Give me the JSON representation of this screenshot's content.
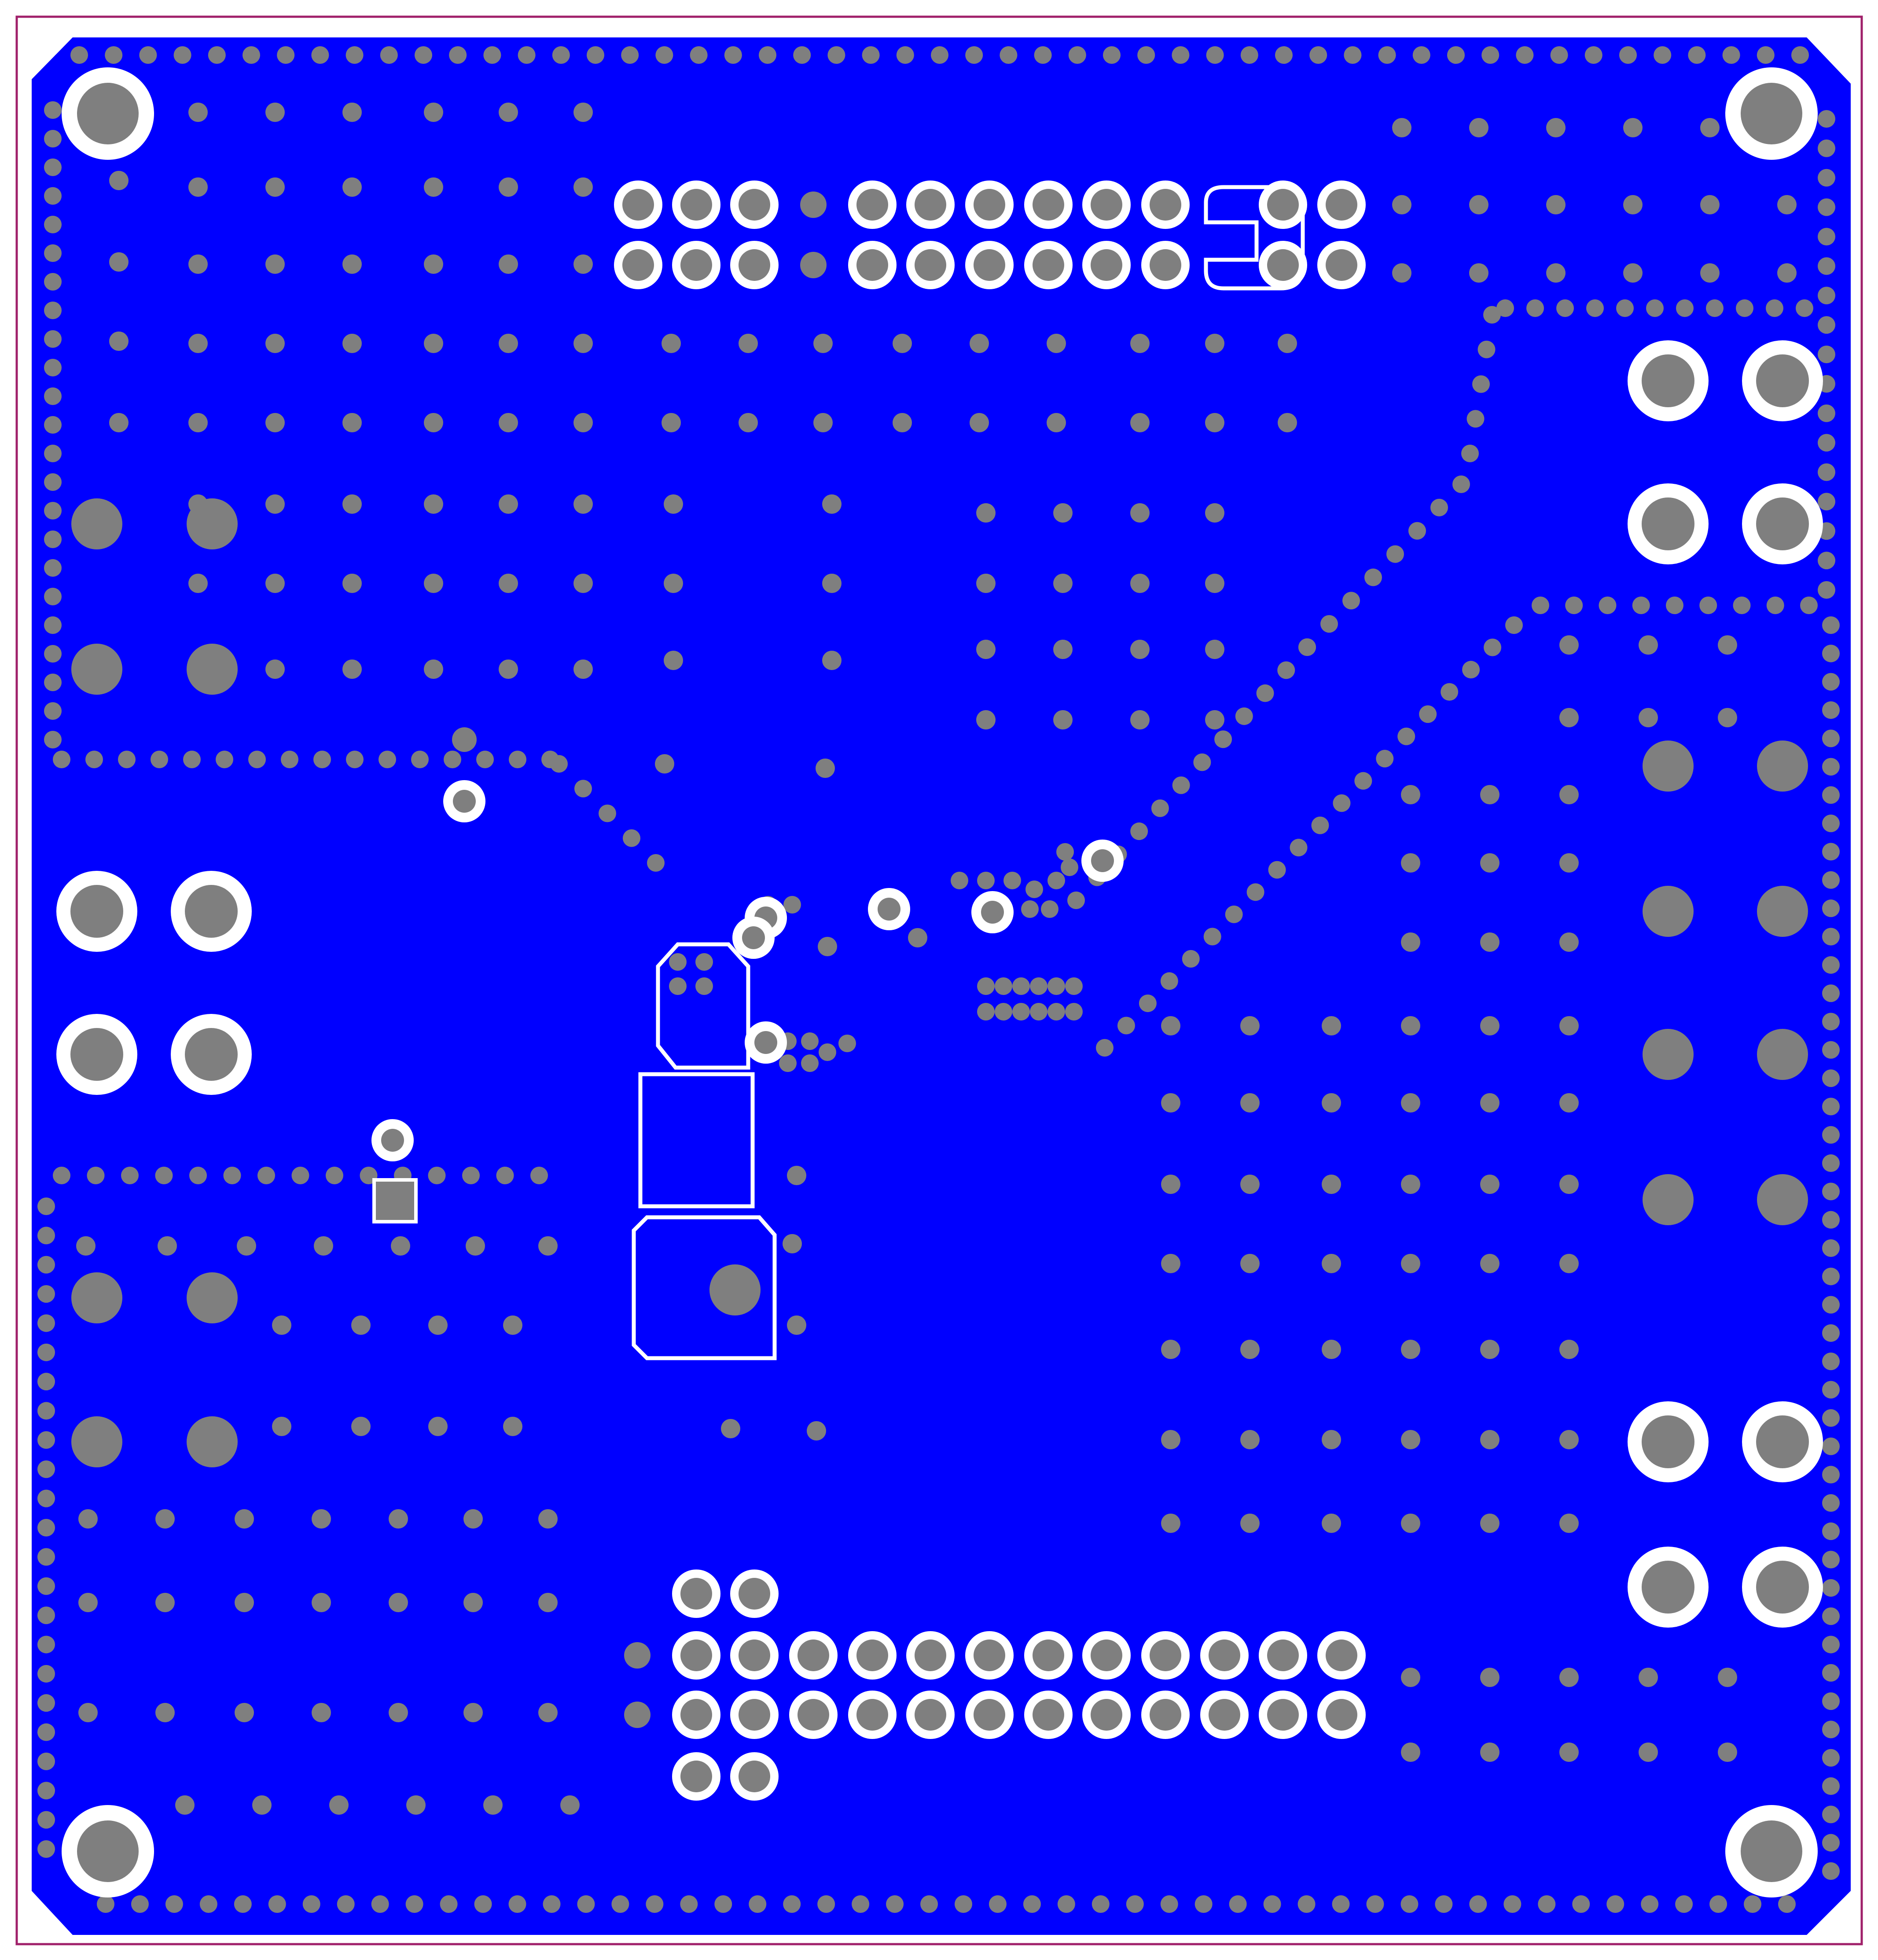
{
  "colors": {
    "background": "#ffffff",
    "board_outline": "#a0206a",
    "copper_pour": "#0000ff",
    "via": "#7f7f7f",
    "clearance": "#ffffff"
  },
  "layer": {
    "kind": "bottom copper ground pour",
    "elements": [
      "board-outline",
      "copper-pour",
      "mounting-holes",
      "connector-pin-headers",
      "power-terminals",
      "stitching-vias",
      "pads"
    ]
  }
}
